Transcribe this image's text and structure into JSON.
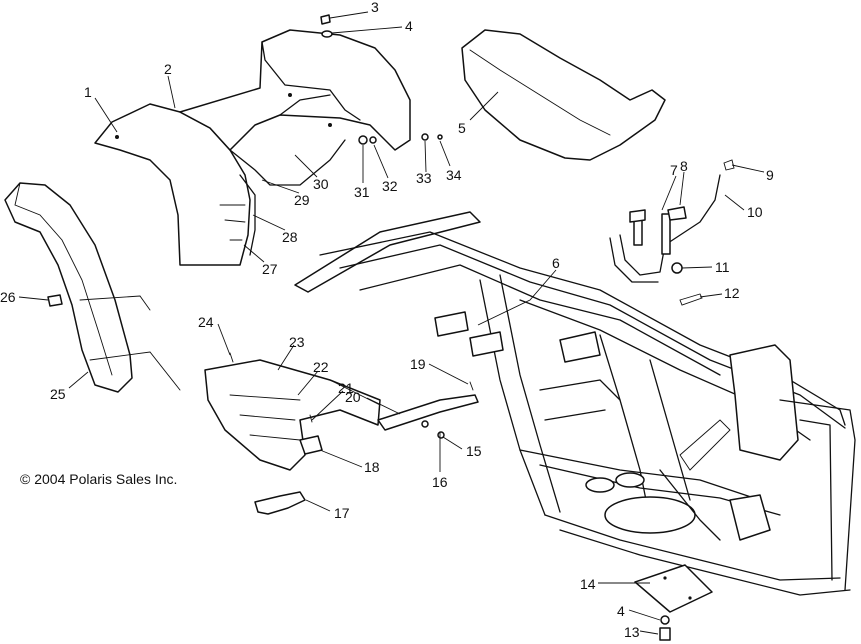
{
  "copyright": "© 2004 Polaris Sales Inc.",
  "callouts": [
    "1",
    "2",
    "3",
    "4",
    "5",
    "6",
    "7",
    "8",
    "9",
    "10",
    "11",
    "12",
    "13",
    "14",
    "15",
    "16",
    "17",
    "18",
    "19",
    "20",
    "21",
    "22",
    "23",
    "24",
    "25",
    "26",
    "27",
    "28",
    "29",
    "30",
    "31",
    "32",
    "33",
    "34",
    "4"
  ]
}
